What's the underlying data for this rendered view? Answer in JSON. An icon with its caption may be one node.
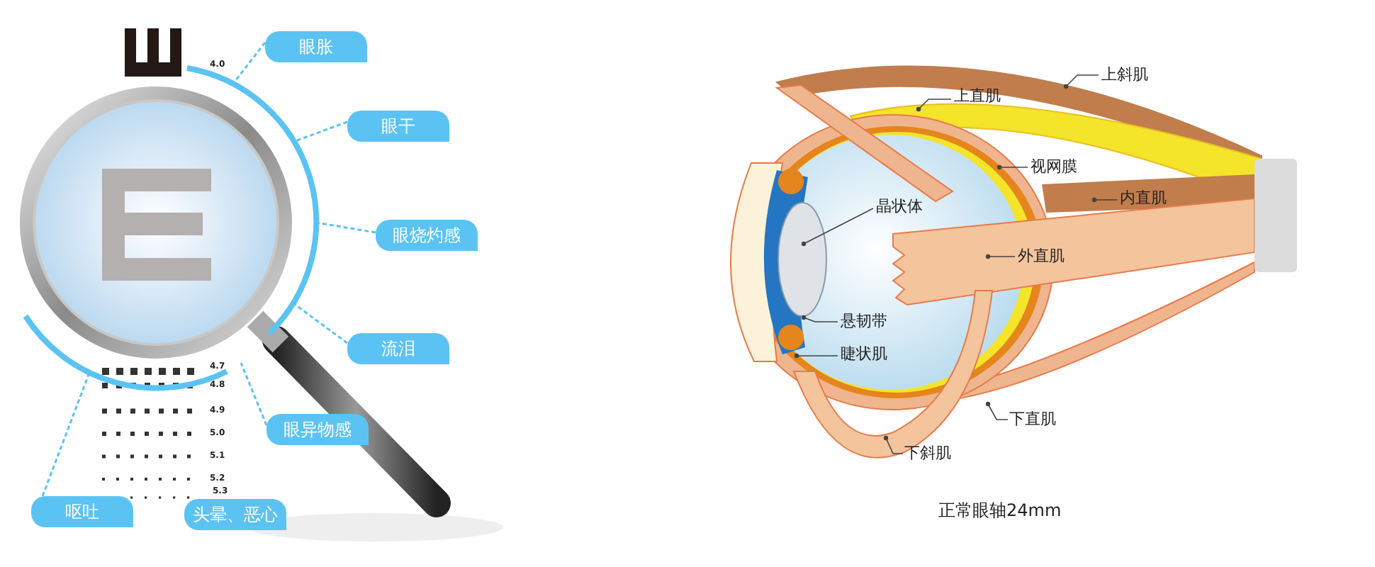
{
  "diagram": {
    "caption": "正常眼轴24mm",
    "nodes": [
      {
        "text": [
          "眼胀"
        ]
      },
      {
        "text": [
          "眼干"
        ]
      },
      {
        "text": [
          "眼烧灼感"
        ]
      },
      {
        "text": [
          "流泪"
        ]
      },
      {
        "text": [
          "眼异物感"
        ]
      },
      {
        "text": [
          "呕吐"
        ]
      },
      {
        "text": [
          "头晕、恶心"
        ]
      },
      {
        "text": [
          "上斜肌"
        ]
      },
      {
        "text": [
          "上直肌"
        ]
      },
      {
        "text": [
          "视网膜"
        ]
      },
      {
        "text": [
          "内直肌"
        ]
      },
      {
        "text": [
          "晶状体"
        ]
      },
      {
        "text": [
          "外直肌"
        ]
      },
      {
        "text": [
          "悬韧带"
        ]
      },
      {
        "text": [
          "睫状肌"
        ]
      },
      {
        "text": [
          "下直肌"
        ]
      },
      {
        "text": [
          "下斜肌"
        ]
      }
    ],
    "edges": [
      {
        "from": 0,
        "to": null,
        "arrow": "none",
        "style": "dashed",
        "color": "#5bc3f3"
      },
      {
        "from": 1,
        "to": null,
        "arrow": "none",
        "style": "dashed",
        "color": "#5bc3f3"
      },
      {
        "from": 2,
        "to": null,
        "arrow": "none",
        "style": "dashed",
        "color": "#5bc3f3"
      },
      {
        "from": 3,
        "to": null,
        "arrow": "none",
        "style": "dashed",
        "color": "#5bc3f3"
      },
      {
        "from": 4,
        "to": null,
        "arrow": "none",
        "style": "dashed",
        "color": "#5bc3f3"
      },
      {
        "from": 5,
        "to": null,
        "arrow": "none",
        "style": "dashed",
        "color": "#5bc3f3"
      },
      {
        "from": 7,
        "to": null,
        "arrow": "other"
      },
      {
        "from": 8,
        "to": null,
        "arrow": "other"
      },
      {
        "from": 9,
        "to": null,
        "arrow": "other"
      },
      {
        "from": 10,
        "to": null,
        "arrow": "other"
      },
      {
        "from": 11,
        "to": null,
        "arrow": "other"
      },
      {
        "from": 12,
        "to": null,
        "arrow": "other"
      },
      {
        "from": 13,
        "to": null,
        "arrow": "other"
      },
      {
        "from": 14,
        "to": null,
        "arrow": "other"
      },
      {
        "from": 15,
        "to": null,
        "arrow": "other"
      },
      {
        "from": 16,
        "to": null,
        "arrow": "other"
      }
    ],
    "labels": [
      "4.0",
      "4.7",
      "4.8",
      "4.9",
      "5.0",
      "5.1",
      "5.2",
      "5.3"
    ]
  }
}
